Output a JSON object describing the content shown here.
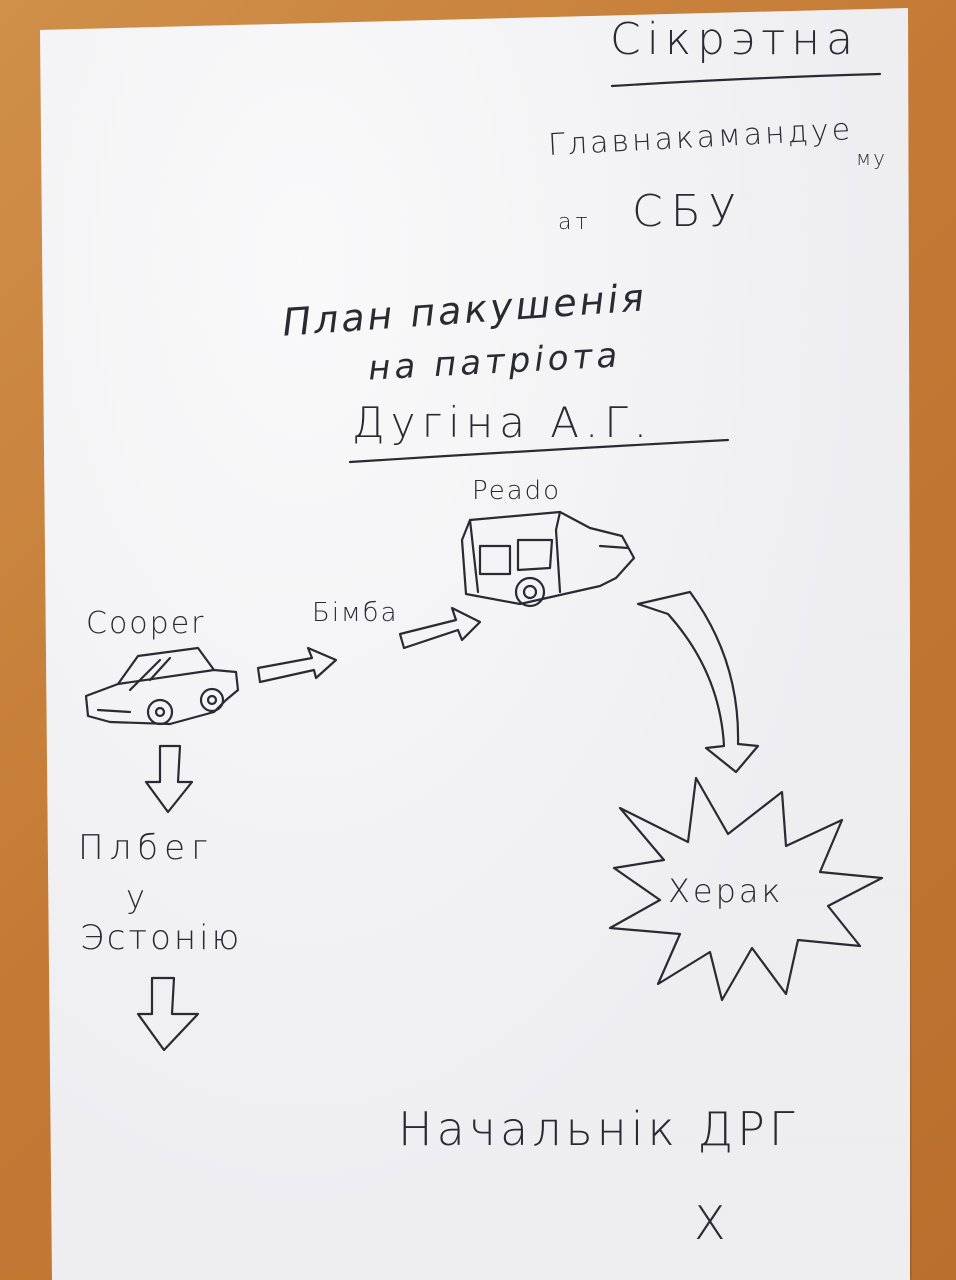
{
  "note": {
    "heading": "Сікрэтна",
    "addressee_line1": "Главнакамандуе",
    "addressee_suffix": "му",
    "from_prefix": "ат",
    "from_org": "СБУ",
    "plan_line1": "План пакушенія",
    "plan_line2": "на патріота",
    "target_name": "Дугіна А.Г.",
    "car1_label": "Cooper",
    "car2_label": "Peado",
    "bomb_label": "Бімба",
    "escape_line1": "Плбег",
    "escape_line2": "у",
    "escape_line3": "Эстонію",
    "explosion_label": "Херак",
    "signature_title": "Начальнік ДРГ",
    "signature_mark": "Х"
  },
  "colors": {
    "ink": "#2a2a33",
    "paper": "#f4f4f6",
    "table": "#c47a35"
  }
}
